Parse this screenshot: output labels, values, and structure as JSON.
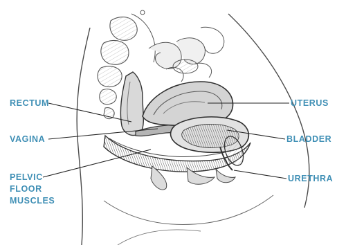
{
  "colors": {
    "label": "#3f8fb5",
    "leader": "#222222",
    "outline": "#3a3a3a",
    "shade_dark": "#6a6a6a",
    "shade_mid": "#9a9a9a",
    "shade_light": "#c9c9c9"
  },
  "labels": {
    "rectum": "RECTUM",
    "vagina": "VAGINA",
    "pelvic_floor": [
      "PELVIC",
      "FLOOR",
      "MUSCLES"
    ],
    "uterus": "UTERUS",
    "bladder": "BLADDER",
    "urethra": "URETHRA"
  }
}
